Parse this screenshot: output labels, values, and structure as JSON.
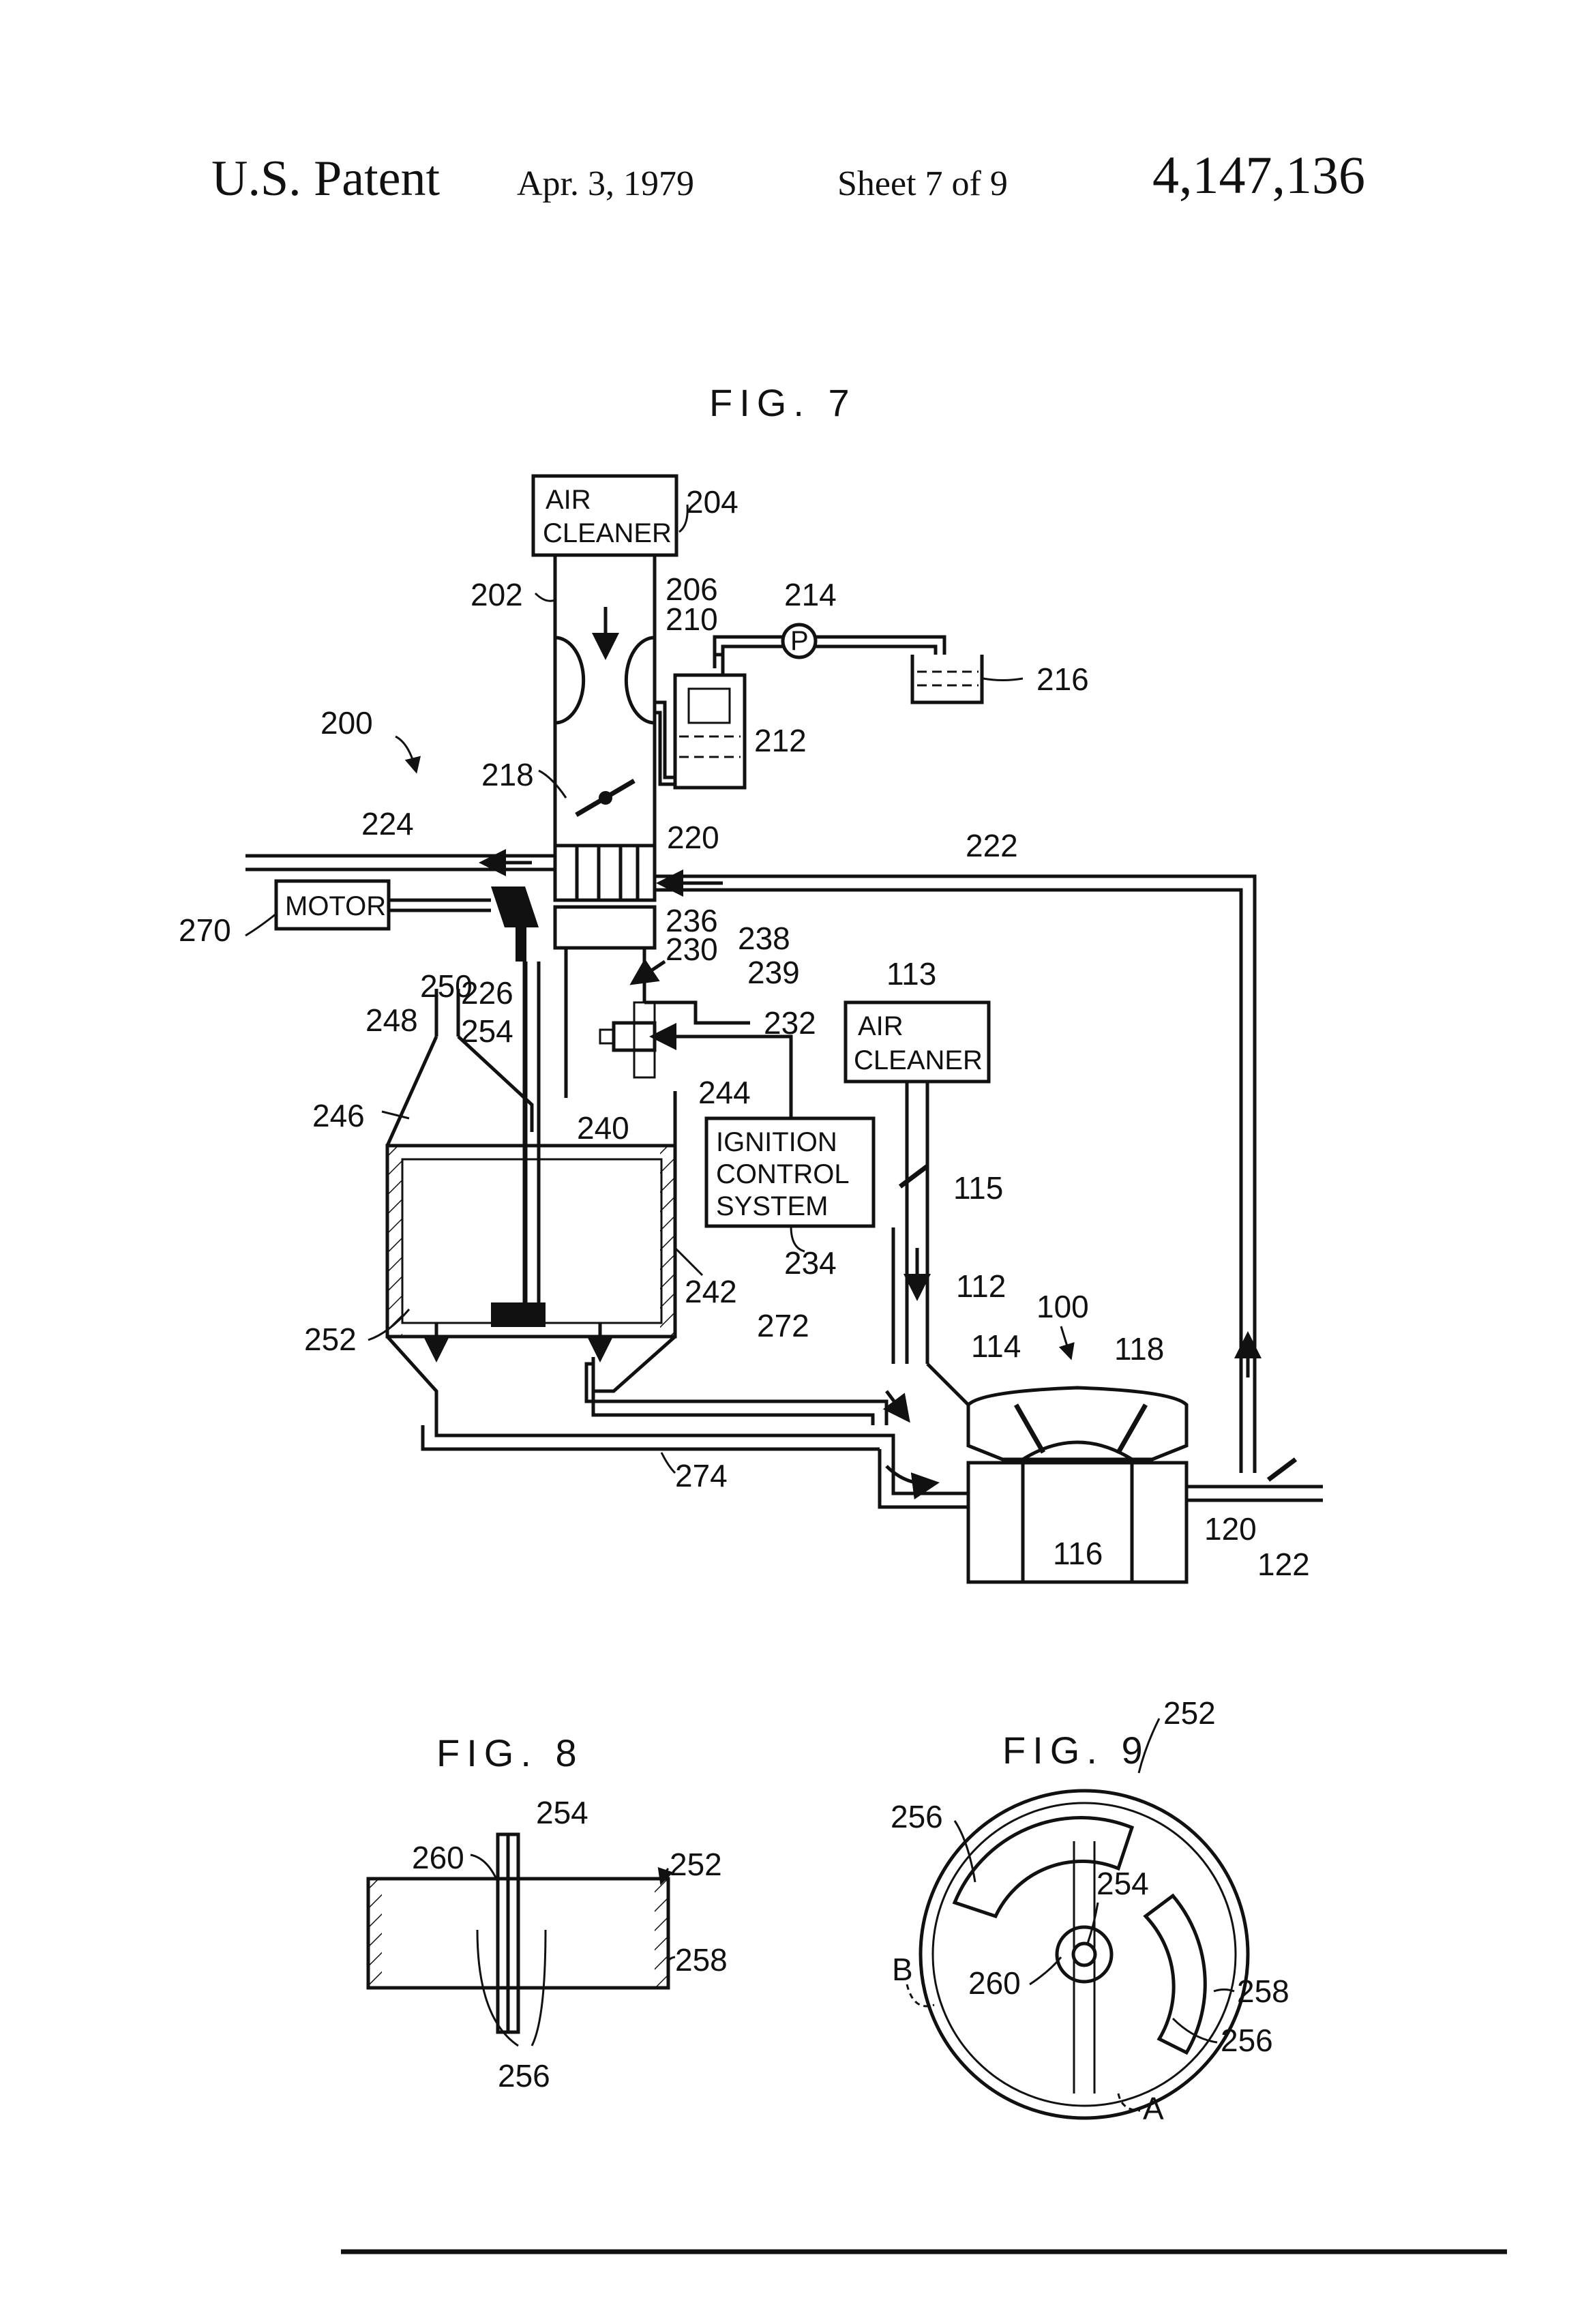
{
  "header": {
    "patent_label": "U.S. Patent",
    "date": "Apr. 3, 1979",
    "sheet": "Sheet 7 of 9",
    "patent_number": "4,147,136"
  },
  "figures": {
    "fig7": {
      "title": "FIG. 7",
      "boxes": {
        "air_cleaner_top_line1": "AIR",
        "air_cleaner_top_line2": "CLEANER",
        "motor": "MOTOR",
        "air_cleaner_right_line1": "AIR",
        "air_cleaner_right_line2": "CLEANER",
        "ignition_line1": "IGNITION",
        "ignition_line2": "CONTROL",
        "ignition_line3": "SYSTEM",
        "pump": "P"
      },
      "labels": {
        "n204": "204",
        "n202": "202",
        "n206": "206",
        "n210": "210",
        "n214": "214",
        "n216": "216",
        "n212": "212",
        "n200": "200",
        "n218": "218",
        "n224": "224",
        "n220": "220",
        "n222": "222",
        "n270": "270",
        "n236": "236",
        "n230": "230",
        "n238": "238",
        "n250": "250",
        "n226": "226",
        "n239": "239",
        "n113": "113",
        "n248": "248",
        "n254": "254",
        "n232": "232",
        "n246": "246",
        "n244": "244",
        "n240": "240",
        "n115": "115",
        "n234": "234",
        "n242": "242",
        "n112": "112",
        "n100": "100",
        "n252": "252",
        "n272": "272",
        "n114": "114",
        "n118": "118",
        "n274": "274",
        "n116": "116",
        "n120": "120",
        "n122": "122"
      }
    },
    "fig8": {
      "title": "FIG. 8",
      "labels": {
        "n254": "254",
        "n260": "260",
        "n252": "252",
        "n258": "258",
        "n256": "256"
      }
    },
    "fig9": {
      "title": "FIG. 9",
      "labels": {
        "n252": "252",
        "n256a": "256",
        "n254": "254",
        "B": "B",
        "n260": "260",
        "n258": "258",
        "n256b": "256",
        "A": "A"
      }
    }
  },
  "colors": {
    "ink": "#111111",
    "paper": "#ffffff"
  }
}
